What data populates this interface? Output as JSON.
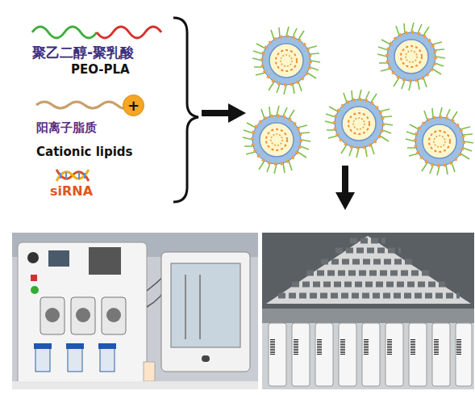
{
  "diagram": {
    "nodes": [
      {
        "text": [
          "+"
        ]
      }
    ],
    "labels": [
      "聚乙二醇-聚乳酸",
      "PEO-PLA",
      "阳离子脂质",
      "Cationic lipids",
      "siRNA"
    ]
  }
}
